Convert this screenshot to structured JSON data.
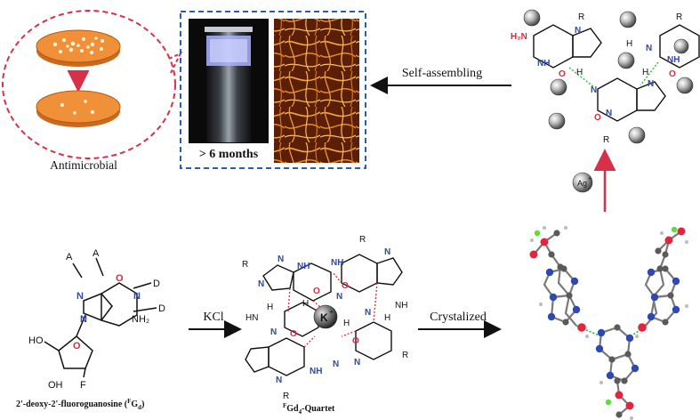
{
  "labels": {
    "antimicrobial": "Antimicrobial",
    "duration": "> 6 months",
    "self_assembling": "Self-assembling",
    "kcl": "KCl",
    "crystalized": "Crystalized",
    "compound_name_pre": "2'-deoxy-2'-fluoroguanosine (",
    "compound_name_sup": "F",
    "compound_name_mid": "G",
    "compound_name_sub": "d",
    "compound_name_post": ")",
    "quartet_sup": "F",
    "quartet_main": "Gd",
    "quartet_sub": "4",
    "quartet_post": "-Quartet",
    "k_ion": "K",
    "k_charge": "+",
    "ag_ion": "Ag",
    "ag_charge": "+"
  },
  "atoms": {
    "R": "R",
    "N": "N",
    "NH": "NH",
    "HN": "HN",
    "H": "H",
    "O": "O",
    "H2N": "H₂N",
    "NH2": "NH₂",
    "F": "F",
    "OH": "OH",
    "HO": "HO",
    "A": "A",
    "D": "D"
  },
  "colors": {
    "petri_orange": "#f0913a",
    "petri_rim": "#c96a1f",
    "dashed_red": "#d9304a",
    "dashed_blue": "#2a5ea8",
    "nitrogen_blue": "#2f49b3",
    "oxygen_red": "#e0263e",
    "arrow_red": "#d9304a",
    "h_bond_green": "#2db834",
    "fiber_orange": "#d87b1c"
  }
}
